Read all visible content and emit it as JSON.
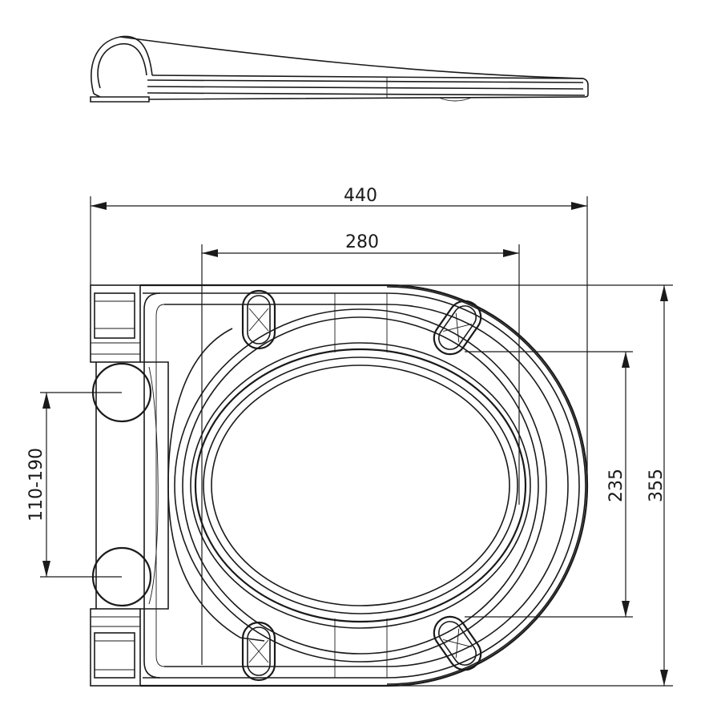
{
  "dimensions": {
    "overall_width": "440",
    "fixing_span": "280",
    "inner_length": "235",
    "overall_length": "355",
    "hinge_spacing": "110-190"
  }
}
